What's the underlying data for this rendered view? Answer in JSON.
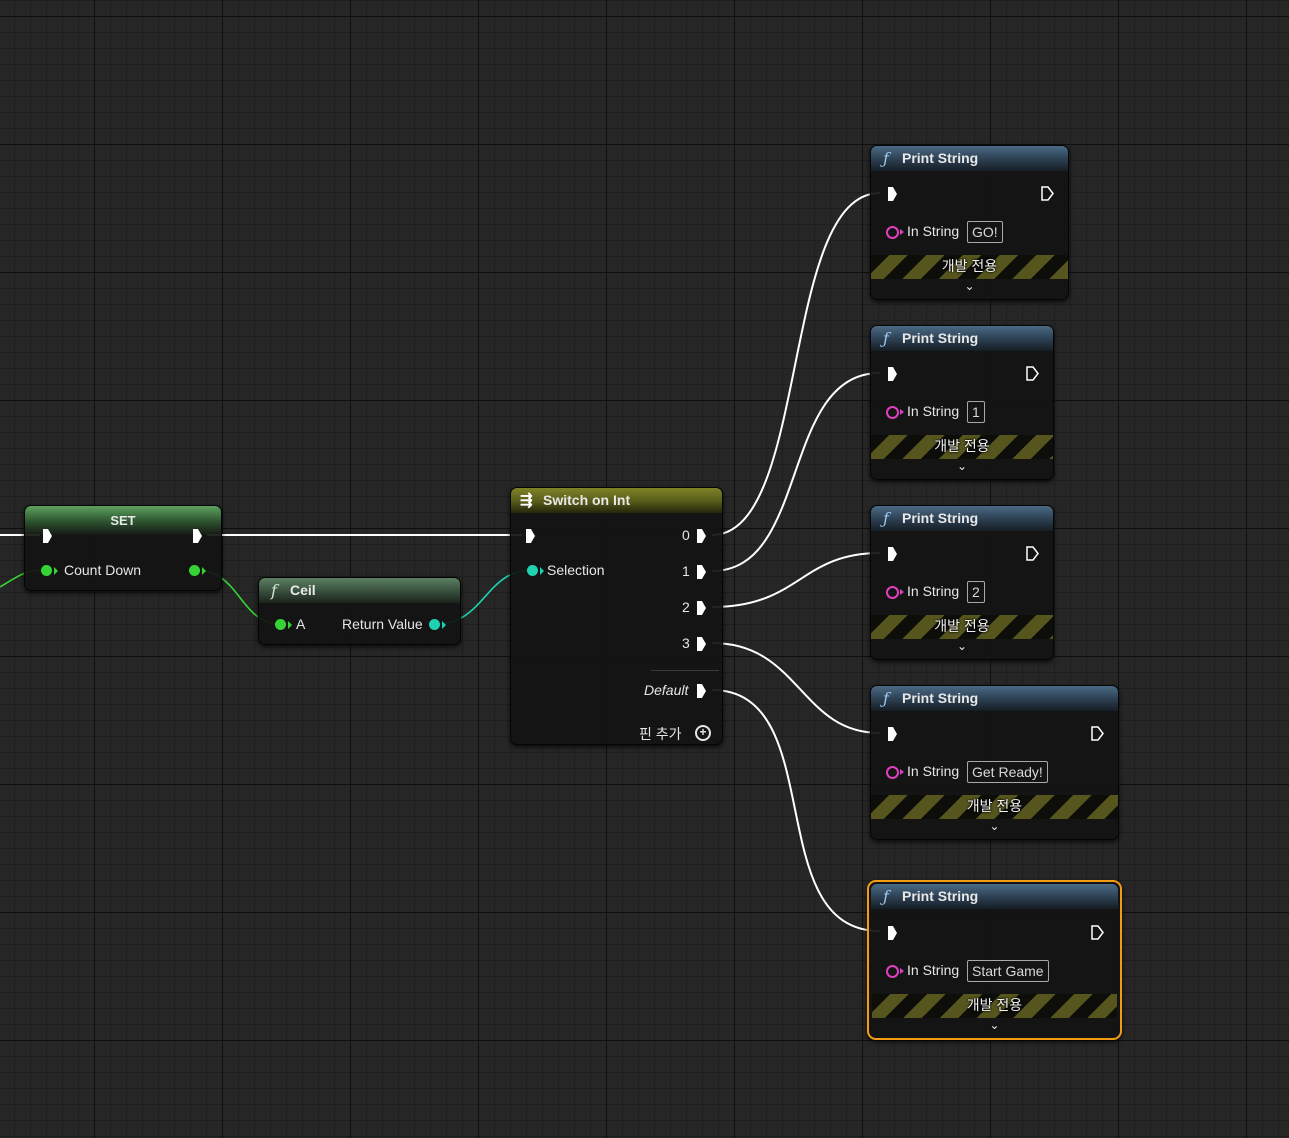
{
  "set_node": {
    "title": "SET",
    "pin_label": "Count Down"
  },
  "ceil_node": {
    "icon": "f",
    "title": "Ceil",
    "input_label": "A",
    "output_label": "Return Value"
  },
  "switch_node": {
    "title": "Switch on Int",
    "input_label": "Selection",
    "outputs": [
      "0",
      "1",
      "2",
      "3"
    ],
    "default_label": "Default",
    "add_pin_label": "핀 추가"
  },
  "print_nodes": [
    {
      "title": "Print String",
      "pin_label": "In String",
      "value": "GO!",
      "dev_label": "개발 전용"
    },
    {
      "title": "Print String",
      "pin_label": "In String",
      "value": "1",
      "dev_label": "개발 전용"
    },
    {
      "title": "Print String",
      "pin_label": "In String",
      "value": "2",
      "dev_label": "개발 전용"
    },
    {
      "title": "Print String",
      "pin_label": "In String",
      "value": "Get Ready!",
      "dev_label": "개발 전용"
    },
    {
      "title": "Print String",
      "pin_label": "In String",
      "value": "Start Game",
      "dev_label": "개발 전용"
    }
  ],
  "colors": {
    "selection_outline": "#f39c12",
    "float_pin": "#35d335",
    "int_pin": "#1fd1b0",
    "string_pin": "#e040c0",
    "exec_wire": "#ffffff"
  },
  "icons": {
    "function": "function-f-icon",
    "switch": "switch-icon",
    "add": "add-circle-icon",
    "expand": "chevron-down-icon"
  }
}
